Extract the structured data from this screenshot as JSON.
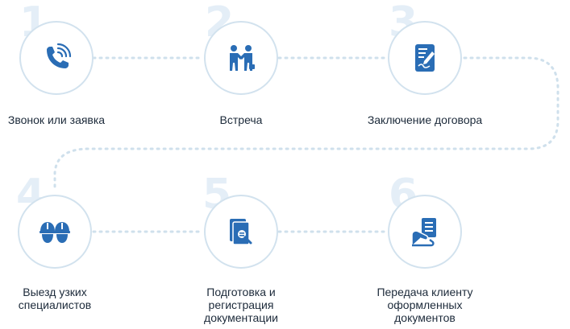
{
  "colors": {
    "accent": "#2a6db5",
    "ring": "#d2e2ee",
    "connector": "#cfe0ec",
    "number": "#e4eef7",
    "text": "#1c2a3a"
  },
  "steps": [
    {
      "number": "1",
      "label": "Звонок или заявка",
      "icon": "phone-icon"
    },
    {
      "number": "2",
      "label": "Встреча",
      "icon": "handshake-icon"
    },
    {
      "number": "3",
      "label": "Заключение договора",
      "icon": "contract-icon"
    },
    {
      "number": "4",
      "label": "Выезд узких\nспециалистов",
      "icon": "hardhat-workers-icon"
    },
    {
      "number": "5",
      "label": "Подготовка и\nрегистрация\nдокументации",
      "icon": "document-search-icon"
    },
    {
      "number": "6",
      "label": "Передача клиенту\nоформленных\nдокументов",
      "icon": "document-handover-icon"
    }
  ]
}
